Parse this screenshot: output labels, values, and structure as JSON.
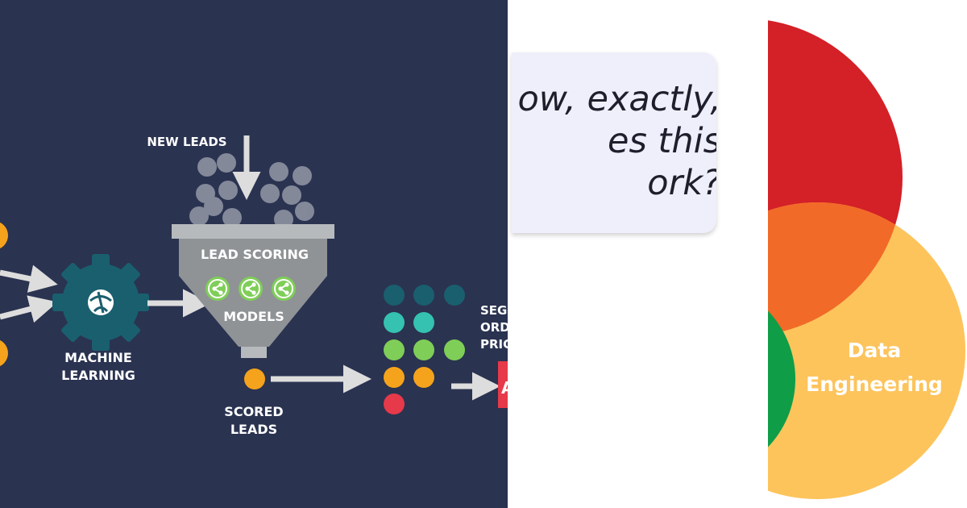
{
  "left_diagram": {
    "new_leads_label": "NEW LEADS",
    "funnel_title": "LEAD SCORING",
    "funnel_subtitle": "MODELS",
    "machine_learning_line1": "MACHINE",
    "machine_learning_line2": "LEARNING",
    "scored_leads_line1": "SCORED",
    "scored_leads_line2": "LEADS",
    "segment_line1": "SEGI",
    "segment_line2": "ORD",
    "segment_line3": "PRIC",
    "badge_letter": "A",
    "colors": {
      "background": "#2a3350",
      "teal": "#1a5f6e",
      "aqua": "#35c2b0",
      "green": "#7fce58",
      "orange": "#f5a31c",
      "red": "#e6394a"
    }
  },
  "quote_card": {
    "line1": "ow, exactly,",
    "line2": "es this",
    "line3": "ork?"
  },
  "right_diagram": {
    "label_line1": "Data",
    "label_line2": "Engineering",
    "colors": {
      "red": "#d42027",
      "orange": "#f26a28",
      "yellow": "#fdc45c",
      "green": "#0f9d48"
    }
  }
}
